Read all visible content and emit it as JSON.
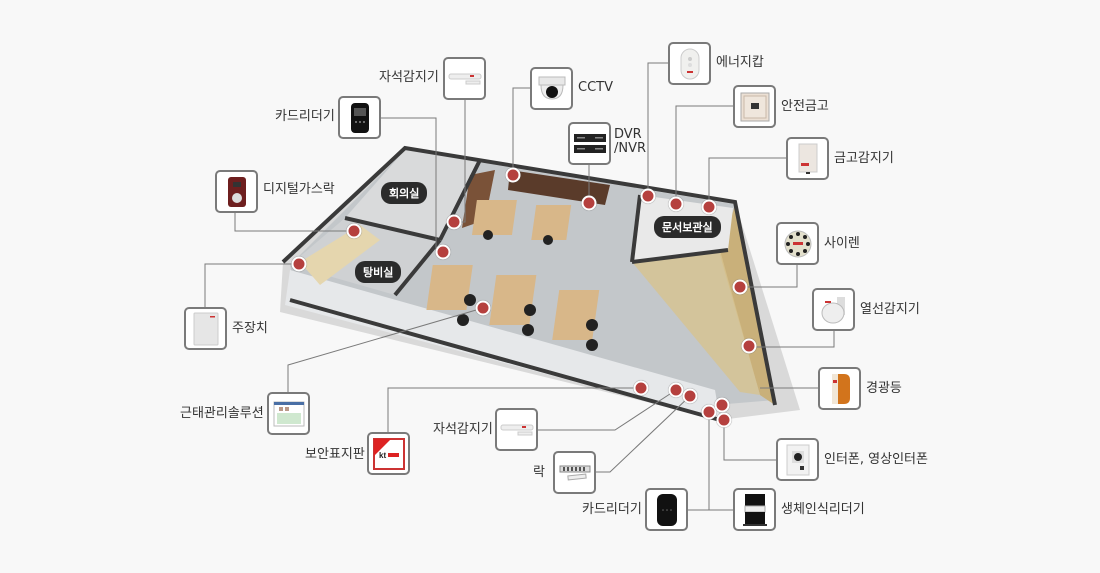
{
  "diagram": {
    "title": "",
    "rooms": [
      {
        "id": "meeting",
        "label": "회의실"
      },
      {
        "id": "pantry",
        "label": "탕비실"
      },
      {
        "id": "archive",
        "label": "문서보관실"
      }
    ],
    "devices": [
      {
        "id": "magnet-sensor-top",
        "label": "자석감지기",
        "icon": "magnetic-sensor-icon"
      },
      {
        "id": "card-reader-top",
        "label": "카드리더기",
        "icon": "card-reader-icon"
      },
      {
        "id": "digital-lock",
        "label": "디지털가스락",
        "icon": "digital-lock-icon"
      },
      {
        "id": "main-unit",
        "label": "주장치",
        "icon": "main-unit-icon"
      },
      {
        "id": "attendance",
        "label": "근태관리솔루션",
        "icon": "attendance-software-icon"
      },
      {
        "id": "security-sign",
        "label": "보안표지판",
        "icon": "security-sign-icon"
      },
      {
        "id": "magnet-sensor-bottom",
        "label": "자석감지기",
        "icon": "magnetic-sensor-icon"
      },
      {
        "id": "lock",
        "label": "락",
        "icon": "lock-icon"
      },
      {
        "id": "card-reader-bottom",
        "label": "카드리더기",
        "icon": "card-reader-icon"
      },
      {
        "id": "biometric",
        "label": "생체인식리더기",
        "icon": "biometric-reader-icon"
      },
      {
        "id": "intercom",
        "label": "인터폰, 영상인터폰",
        "icon": "intercom-icon"
      },
      {
        "id": "warning-light",
        "label": "경광등",
        "icon": "warning-light-icon"
      },
      {
        "id": "pir-sensor",
        "label": "열선감지기",
        "icon": "pir-sensor-icon"
      },
      {
        "id": "siren",
        "label": "사이렌",
        "icon": "siren-icon"
      },
      {
        "id": "safe-sensor",
        "label": "금고감지기",
        "icon": "safe-sensor-icon"
      },
      {
        "id": "safe",
        "label": "안전금고",
        "icon": "safe-icon"
      },
      {
        "id": "energy-cap",
        "label": "에너지캅",
        "icon": "energy-cap-icon"
      },
      {
        "id": "dvr",
        "label": "DVR\n/NVR",
        "label_line1": "DVR",
        "label_line2": "/NVR",
        "icon": "dvr-icon"
      },
      {
        "id": "cctv",
        "label": "CCTV",
        "icon": "cctv-icon"
      }
    ],
    "colors": {
      "background": "#f8f8f8",
      "connector_line": "#7a7a7a",
      "marker_dot": "#b5403e",
      "box_border": "#7a7a7a",
      "room_tag_bg": "#2b2b2b",
      "floor": "#bfc3c6",
      "wall": "#3a3a3a",
      "wood": "#c9b07a"
    }
  }
}
